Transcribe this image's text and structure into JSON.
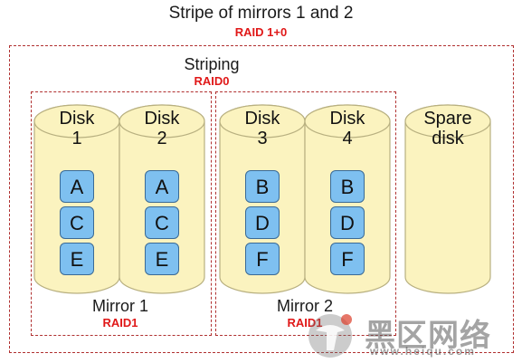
{
  "title": "Stripe of mirrors 1 and 2",
  "title_raid": "RAID 1+0",
  "striping": {
    "label": "Striping",
    "raid": "RAID0"
  },
  "mirror1": {
    "label": "Mirror 1",
    "raid": "RAID1"
  },
  "mirror2": {
    "label": "Mirror 2",
    "raid": "RAID1"
  },
  "disks": [
    {
      "line1": "Disk",
      "line2": "1",
      "blocks": [
        "A",
        "C",
        "E"
      ]
    },
    {
      "line1": "Disk",
      "line2": "2",
      "blocks": [
        "A",
        "C",
        "E"
      ]
    },
    {
      "line1": "Disk",
      "line2": "3",
      "blocks": [
        "B",
        "D",
        "F"
      ]
    },
    {
      "line1": "Disk",
      "line2": "4",
      "blocks": [
        "B",
        "D",
        "F"
      ]
    },
    {
      "line1": "Spare",
      "line2": "disk",
      "blocks": []
    }
  ],
  "watermark": {
    "text": "黑区网络",
    "url": "www.heiqu.com"
  },
  "colors": {
    "raid_red": "#e01818",
    "border": "#b03030",
    "disk_fill": "#fbf3bf",
    "disk_stroke": "#b8b080",
    "block_fill": "#7ec0f0"
  }
}
